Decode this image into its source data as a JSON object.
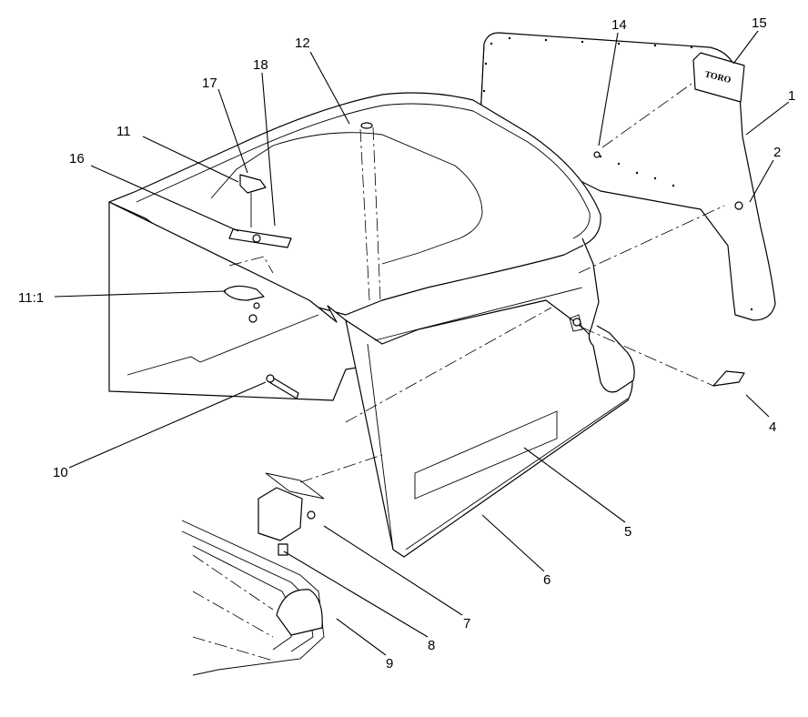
{
  "diagram": {
    "logo_text": "TORO",
    "callouts": [
      {
        "id": "c1",
        "text": "1"
      },
      {
        "id": "c2",
        "text": "2"
      },
      {
        "id": "c4",
        "text": "4"
      },
      {
        "id": "c5",
        "text": "5"
      },
      {
        "id": "c6",
        "text": "6"
      },
      {
        "id": "c7",
        "text": "7"
      },
      {
        "id": "c8",
        "text": "8"
      },
      {
        "id": "c9",
        "text": "9"
      },
      {
        "id": "c10",
        "text": "10"
      },
      {
        "id": "c11",
        "text": "11"
      },
      {
        "id": "c11_1",
        "text": "11:1"
      },
      {
        "id": "c12",
        "text": "12"
      },
      {
        "id": "c14",
        "text": "14"
      },
      {
        "id": "c15",
        "text": "15"
      },
      {
        "id": "c16",
        "text": "16"
      },
      {
        "id": "c17",
        "text": "17"
      },
      {
        "id": "c18",
        "text": "18"
      }
    ]
  }
}
